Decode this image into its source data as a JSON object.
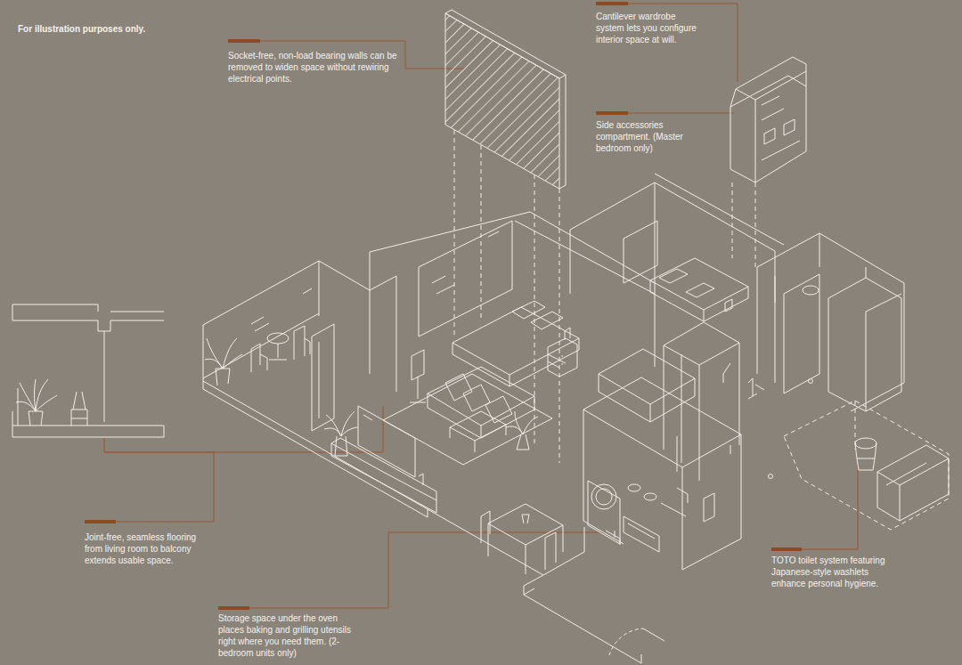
{
  "diagram": {
    "labels": [
      "For illustration purposes only.",
      "Socket-free, non-load bearing walls can be removed to widen space without rewiring electrical points.",
      "Cantilever wardrobe system lets you configure interior space at will.",
      "Side accessories compartment. (Master bedroom only)",
      "Joint-free, seamless flooring from living room to balcony extends usable space.",
      "Storage space under the oven places baking and grilling utensils right where you need them. (2-bedroom units only)",
      "TOTO toilet system featuring Japanese-style washlets enhance personal hygiene."
    ]
  }
}
